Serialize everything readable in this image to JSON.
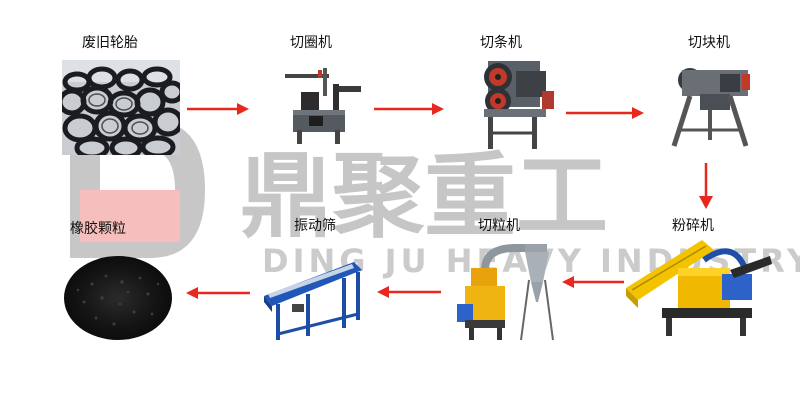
{
  "watermark": {
    "logo_text": "D",
    "brand_cn": "鼎聚重工",
    "brand_en": "DING JU HEAVY INDUSTRY",
    "color_gray": "#8e8e8e",
    "color_red": "#e8463a"
  },
  "stages": [
    {
      "id": "waste-tires",
      "label": "废旧轮胎",
      "icon": "tire-pile-photo"
    },
    {
      "id": "ring-cutter",
      "label": "切圈机",
      "icon": "ring-cutting-machine"
    },
    {
      "id": "strip-cutter",
      "label": "切条机",
      "icon": "strip-cutting-machine"
    },
    {
      "id": "block-cutter",
      "label": "切块机",
      "icon": "block-cutting-machine"
    },
    {
      "id": "crusher",
      "label": "粉碎机",
      "icon": "crushing-machine"
    },
    {
      "id": "granulator",
      "label": "切粒机",
      "icon": "granulating-machine"
    },
    {
      "id": "vibrating-screen",
      "label": "振动筛",
      "icon": "vibrating-screen-machine"
    },
    {
      "id": "rubber-granules",
      "label": "橡胶颗粒",
      "icon": "rubber-granules-photo"
    }
  ],
  "arrow_color": "#e8281e"
}
